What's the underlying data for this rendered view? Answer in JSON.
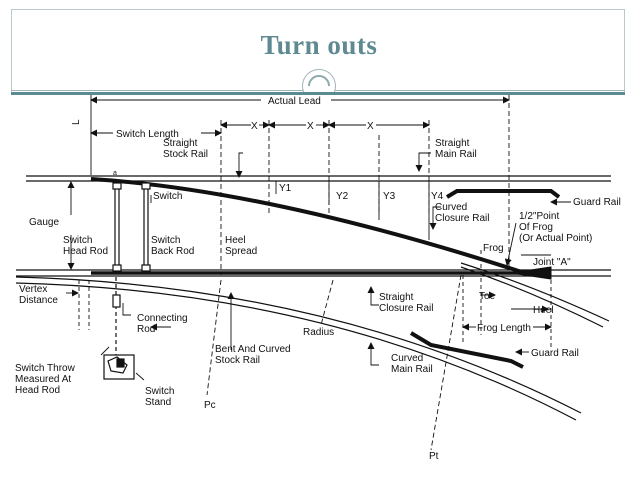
{
  "slide": {
    "title": "Turn outs"
  },
  "diagram": {
    "labels": {
      "actual_lead": "Actual Lead",
      "l_sub": "L",
      "switch_length": "Switch Length",
      "x1": "X",
      "x2": "X",
      "x3": "X",
      "straight_stock_rail": "Straight\nStock Rail",
      "straight_main_rail": "Straight\nMain Rail",
      "switch": "Switch",
      "y1": "Y1",
      "y2": "Y2",
      "y3": "Y3",
      "y4": "Y4",
      "guard_rail_top": "Guard Rail",
      "gauge": "Gauge",
      "curved_closure_rail": "Curved\nClosure Rail",
      "half_point_of_frog": "1/2\"Point\nOf Frog\n(Or Actual Point)",
      "switch_head_rod": "Switch\nHead Rod",
      "switch_back_rod": "Switch\nBack Rod",
      "heel_spread": "Heel\nSpread",
      "frog": "Frog",
      "joint_a": "Joint \"A\"",
      "vertex_distance": "Vertex\nDistance",
      "toe": "Toe",
      "heel": "Heel",
      "straight_closure_rail": "Straight\nClosure Rail",
      "frog_length": "Frog Length",
      "connecting_rod": "Connecting\nRod",
      "radius": "Radius",
      "bent_curved_stock_rail": "Bent And Curved\nStock Rail",
      "guard_rail_bottom": "Guard Rail",
      "switch_throw": "Switch Throw\nMeasured At\nHead Rod",
      "curved_main_rail": "Curved\nMain Rail",
      "switch_stand": "Switch\nStand",
      "pc": "Pc",
      "pt": "Pt",
      "point_a": "a"
    }
  }
}
